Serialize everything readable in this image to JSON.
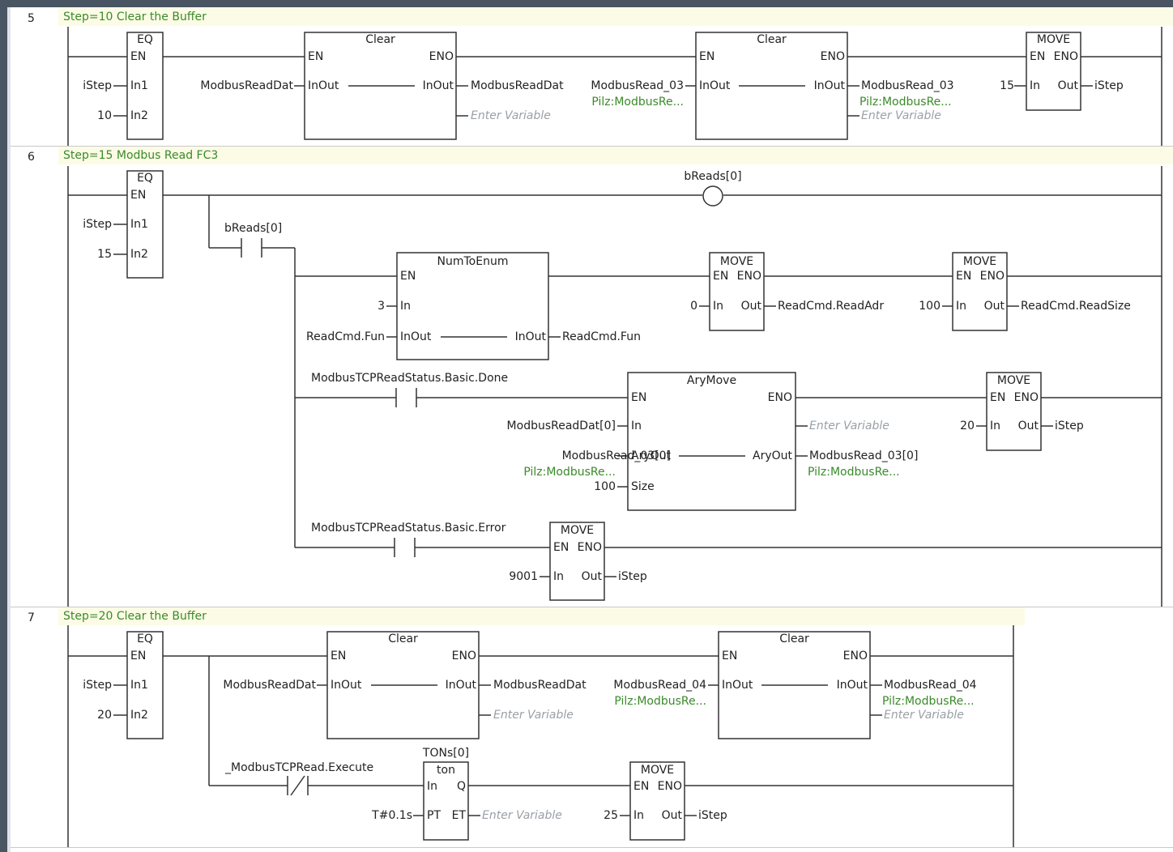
{
  "rungs": [
    {
      "number": "5",
      "comment": "Step=10 Clear the Buffer"
    },
    {
      "number": "6",
      "comment": "Step=15 Modbus Read FC3"
    },
    {
      "number": "7",
      "comment": "Step=20 Clear the Buffer"
    }
  ],
  "pins": {
    "en": "EN",
    "eno": "ENO",
    "in": "In",
    "out": "Out",
    "inout": "InOut",
    "in1": "In1",
    "in2": "In2",
    "aryout": "AryOut",
    "size": "Size",
    "q": "Q",
    "pt": "PT",
    "et": "ET"
  },
  "blocks": {
    "eq": "EQ",
    "clear": "Clear",
    "move": "MOVE",
    "numtoenum": "NumToEnum",
    "arymove": "AryMove",
    "ton": "ton",
    "ton_instance": "TONs[0]"
  },
  "vars": {
    "istep": "iStep",
    "c10": "10",
    "c15": "15",
    "c20": "20",
    "c25": "25",
    "c0": "0",
    "c3": "3",
    "c100": "100",
    "c9001": "9001",
    "modbus_read_dat": "ModbusReadDat",
    "modbus_read_dat0": "ModbusReadDat[0]",
    "modbus_read_03": "ModbusRead_03",
    "modbus_read_030": "ModbusRead_03[0]",
    "modbus_read_04": "ModbusRead_04",
    "pilz_type": "Pilz:ModbusRe...",
    "enter_variable": "Enter Variable",
    "breads0": "bReads[0]",
    "readcmd_fun": "ReadCmd.Fun",
    "readcmd_readadr": "ReadCmd.ReadAdr",
    "readcmd_readsize": "ReadCmd.ReadSize",
    "status_done": "ModbusTCPReadStatus.Basic.Done",
    "status_error": "ModbusTCPReadStatus.Basic.Error",
    "execute": "_ModbusTCPRead.Execute",
    "pt_value": "T#0.1s"
  }
}
